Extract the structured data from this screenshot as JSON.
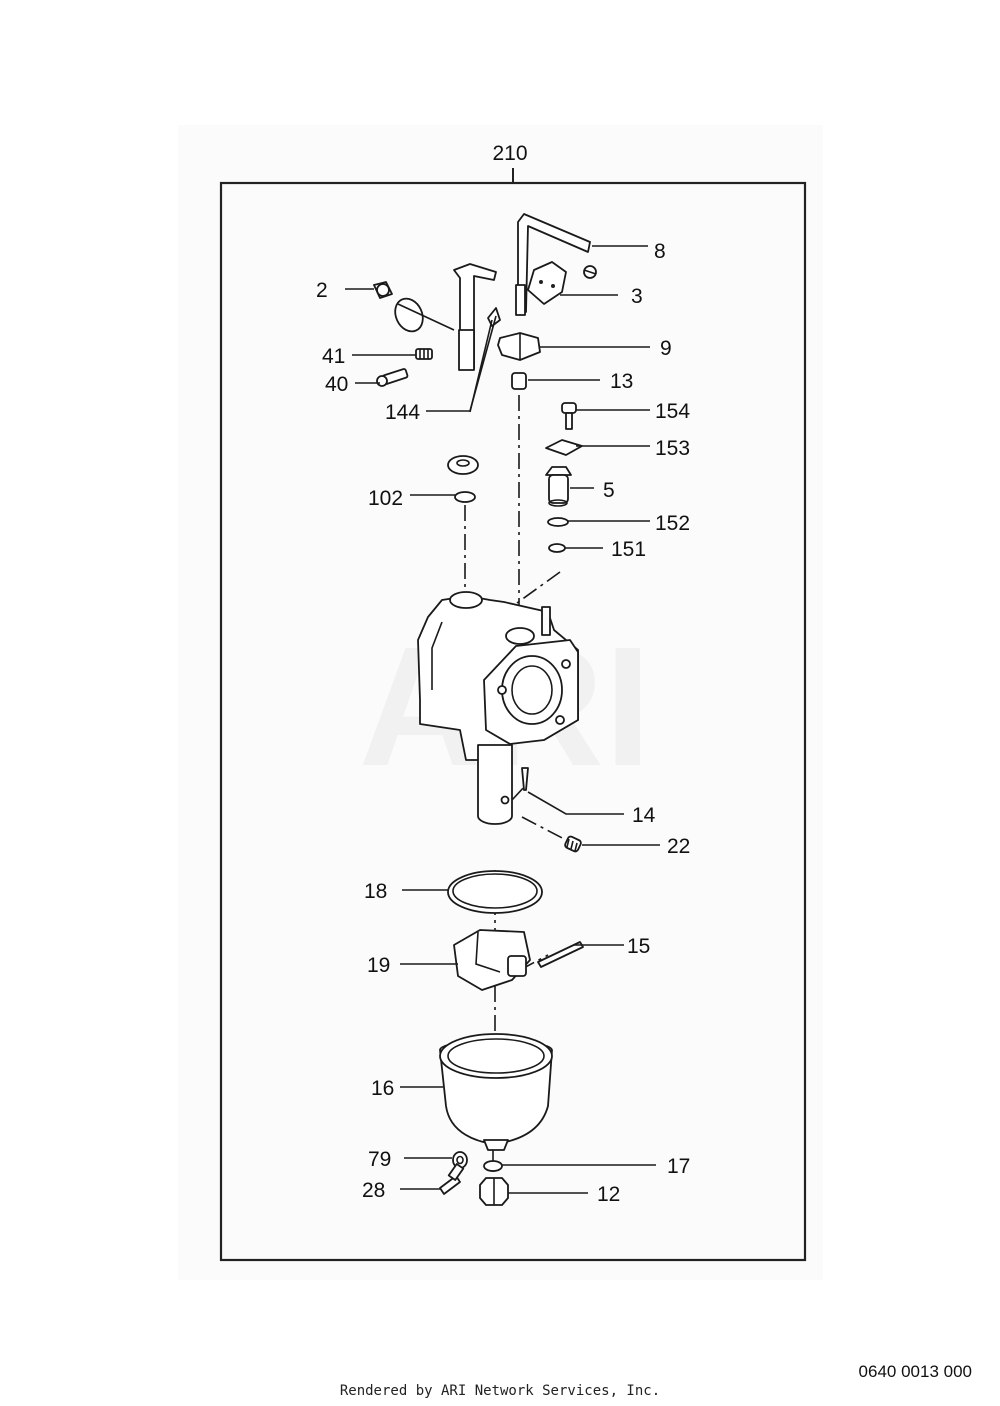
{
  "assembly_number": "210",
  "watermark": "ARI",
  "callouts": {
    "c2": "2",
    "c3": "3",
    "c5": "5",
    "c8": "8",
    "c9": "9",
    "c12": "12",
    "c13": "13",
    "c14": "14",
    "c15": "15",
    "c16": "16",
    "c17": "17",
    "c18": "18",
    "c19": "19",
    "c22": "22",
    "c28": "28",
    "c40": "40",
    "c41": "41",
    "c79": "79",
    "c102": "102",
    "c144": "144",
    "c151": "151",
    "c152": "152",
    "c153": "153",
    "c154": "154"
  },
  "footer": {
    "credit": "Rendered by ARI Network Services, Inc.",
    "diagram_code": "0640 0013 000"
  }
}
